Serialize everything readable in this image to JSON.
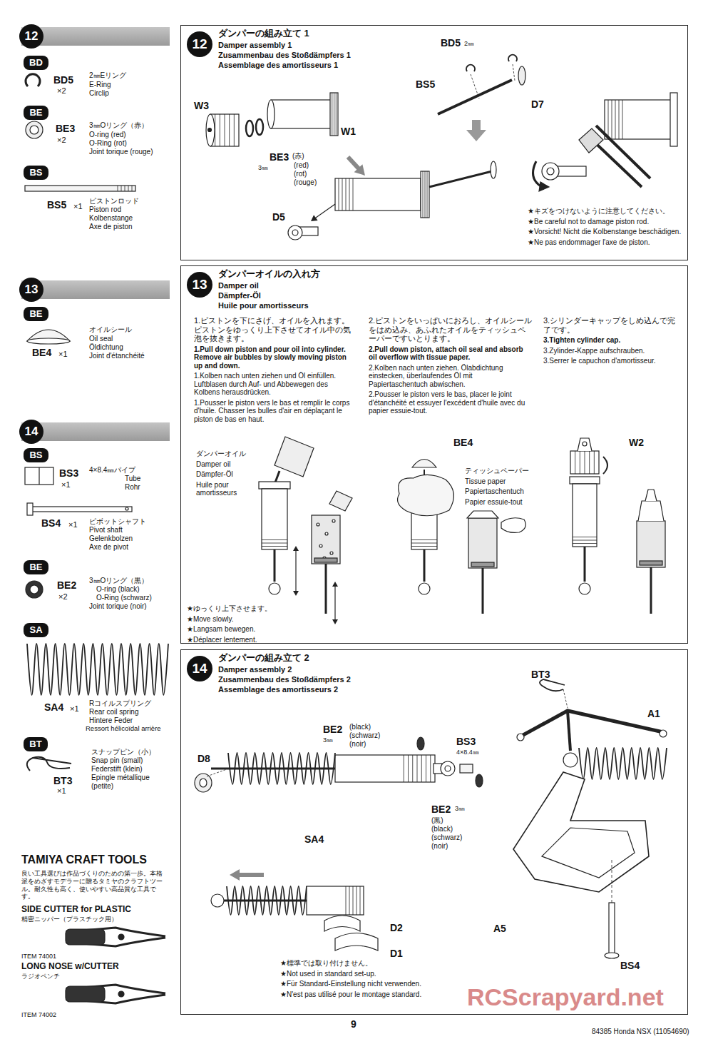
{
  "diagram": {
    "nodes": [
      {
        "text": [
          "12"
        ]
      },
      {
        "text": [
          "BD"
        ]
      },
      {
        "text": [
          "BE"
        ]
      },
      {
        "text": [
          "BS"
        ]
      },
      {
        "text": [
          "13"
        ]
      },
      {
        "text": [
          "BE"
        ]
      },
      {
        "text": [
          "14"
        ]
      },
      {
        "text": [
          "BS"
        ]
      },
      {
        "text": [
          "BE"
        ]
      },
      {
        "text": [
          "SA"
        ]
      },
      {
        "text": [
          "BT"
        ]
      },
      {
        "text": [
          "TAMIYA CRAFT TOOLS",
          "良い工具選びは作品づくりのための第一歩。本格派をめざすモデラーに贈るタミヤのクラフトツール。耐久性も高く、使いやすい高品質な工具です。",
          "SIDE CUTTER for PLASTIC",
          "精密ニッパー（プラスチック用）",
          "ITEM 74001",
          "LONG NOSE w/CUTTER",
          "ラジオペンチ",
          "ITEM 74002"
        ]
      },
      {
        "text": [
          "ダンパーの組み立て 1",
          "Damper assembly 1",
          "Zusammenbau des Stoßdämpfers 1",
          "Assemblage des amortisseurs 1"
        ]
      },
      {
        "text": [
          "12"
        ],
        "in": 12
      },
      {
        "text": [
          "ダンパーオイルの入れ方",
          "Damper oil",
          "Dämpfer-Öl",
          "Huile pour amortisseurs"
        ]
      },
      {
        "text": [
          "13"
        ],
        "in": 14
      },
      {
        "text": [
          "ダンパーの組み立て 2",
          "Damper assembly 2",
          "Zusammenbau des Stoßdämpfers 2",
          "Assemblage des amortisseurs 2"
        ]
      },
      {
        "text": [
          "14"
        ],
        "in": 16
      }
    ],
    "labels": [
      "BD5",
      "×2",
      "2㎜Eリング",
      "E-Ring",
      "Circlip",
      "BE3",
      "×2",
      "3㎜Oリング（赤）",
      "O-ring (red)",
      "O-Ring (rot)",
      "Joint torique (rouge)",
      "BS5",
      "×1",
      "ピストンロッド",
      "Piston rod",
      "Kolbenstange",
      "Axe de piston",
      "BE4",
      "×1",
      "オイルシール",
      "Oil seal",
      "Öldichtung",
      "Joint d'étanchéité",
      "BS3",
      "×1",
      "4×8.4㎜パイプ",
      "Tube",
      "Rohr",
      "BS4",
      "×1",
      "ピボットシャフト",
      "Pivot shaft",
      "Gelenkbolzen",
      "Axe de pivot",
      "BE2",
      "×2",
      "3㎜Oリング（黒）",
      "O-ring (black)",
      "O-Ring (schwarz)",
      "Joint torique (noir)",
      "SA4",
      "×1",
      "Rコイルスプリング",
      "Rear coil spring",
      "Hintere Feder",
      "Ressort hélicoïdal arrière",
      "BT3",
      "×1",
      "スナップピン（小）",
      "Snap pin (small)",
      "Federstift (klein)",
      "Epingle métallique (petite)",
      "W3",
      "W1",
      "BE3",
      "(赤)",
      "3㎜",
      "(red)",
      "(rot)",
      "(rouge)",
      "D5",
      "BD5",
      "2㎜",
      "BS5",
      "D7",
      "★キズをつけないように注意してください。",
      "★Be careful not to damage piston rod.",
      "★Vorsicht! Nicht die Kolbenstange beschädigen.",
      "★Ne pas endommager l'axe de piston.",
      "1.ピストンを下にさげ、オイルを入れます。ピストンをゆっくり上下させてオイル中の気泡を抜きます。",
      "1.Pull down piston and pour oil into cylinder. Remove air bubbles by slowly moving piston up and down.",
      "1.Kolben nach unten ziehen und Öl einfüllen. Luftblasen durch Auf- und Abbewegen des Kolbens herausdrücken.",
      "1.Pousser le piston vers le bas et remplir le corps d'huile. Chasser les bulles d'air en déplaçant le piston de bas en haut.",
      "2.ピストンをいっぱいにおろし、オイルシールをはめ込み、あふれたオイルをティッシュペーパーですいとります。",
      "2.Pull down piston, attach oil seal and absorb oil overflow with tissue paper.",
      "2.Kolben nach unten ziehen. Ölabdichtung einstecken, überlaufendes Öl mit Papiertaschentuch abwischen.",
      "2.Pousser le piston vers le bas, placer le joint d'étanchéité et essuyer l'excédent d'huile avec du papier essuie-tout.",
      "3.シリンダーキャップをしめ込んで完了です。",
      "3.Tighten cylinder cap.",
      "3.Zylinder-Kappe aufschrauben.",
      "3.Serrer le capuchon d'amortisseur.",
      "ダンパーオイル",
      "Damper oil",
      "Dämpfer-Öl",
      "Huile pour amortisseurs",
      "BE4",
      "ティッシュペーパー",
      "Tissue paper",
      "Papiertaschentuch",
      "Papier essuie-tout",
      "W2",
      "★ゆっくり上下させます。",
      "★Move slowly.",
      "★Langsam bewegen.",
      "★Déplacer lentement.",
      "BE2",
      "3㎜",
      "(black)",
      "(schwarz)",
      "(noir)",
      "BS3",
      "4×8.4㎜",
      "BE2",
      "3㎜",
      "(黒)",
      "(black)",
      "(schwarz)",
      "(noir)",
      "D8",
      "SA4",
      "BT3",
      "A1",
      "A5",
      "BS4",
      "D2",
      "D1",
      "★標準では取り付けません。",
      "★Not used in standard set-up.",
      "★Für Standard-Einstellung nicht verwenden.",
      "★N'est pas utilisé pour le montage standard.",
      "9",
      "84385 Honda NSX (11054690)",
      "RCScrapyard.net"
    ]
  }
}
